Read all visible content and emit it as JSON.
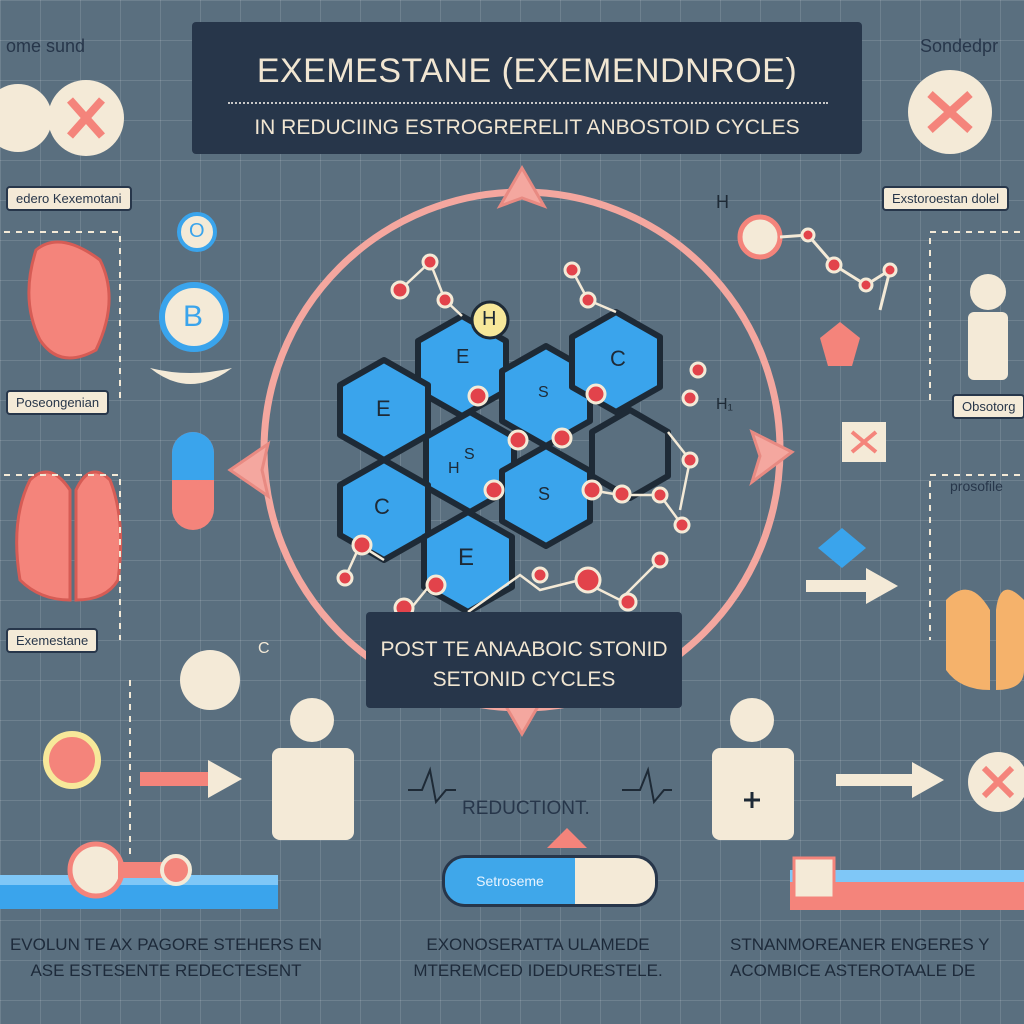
{
  "header": {
    "title": "EXEMESTANE (EXEMENDNROE)",
    "subtitle": "IN REDUCIING ESTROGRERELIT ANBOSTOID CYCLES"
  },
  "corners": {
    "top_left": "ome sund",
    "top_right": "Sondedpr"
  },
  "left_labels": {
    "label1": "edero Kexemotani",
    "label2": "Poseongenian",
    "label3": "Exemestane"
  },
  "right_labels": {
    "label1": "Exstoroestan dolel",
    "label2": "Obsotorg",
    "label3": "prosofile"
  },
  "molecule": {
    "rings": [
      "E",
      "E",
      "S",
      "C",
      "S",
      "S",
      "C",
      "E"
    ],
    "atoms": [
      "H",
      "H",
      "H",
      "H₁",
      "O",
      "B",
      "C"
    ]
  },
  "center_box": {
    "line1": "POST TE ANAABOIC STONID",
    "line2": "SETONID CYCLES"
  },
  "reduction": {
    "label": "REDUCTIONT.",
    "bar_label": "Setroseme"
  },
  "bottom": {
    "left_line1": "EVOLUN TE AX PAGORE STEHERS EN",
    "left_line2": "ASE ESTESENTE REDECTESENT",
    "center_line1": "EXONOSERATTA ULAMEDE",
    "center_line2": "MTEREMCED IDEDURESTELE.",
    "right_line1": "STNANMOREANER ENGERES Y",
    "right_line2": "ACOMBICE ASTEROTAALE DE"
  },
  "colors": {
    "background": "#5a6f7f",
    "navy": "#27364a",
    "cream": "#f4ead7",
    "blue": "#3fa7ea",
    "coral": "#f4847b",
    "red": "#e2434b"
  }
}
